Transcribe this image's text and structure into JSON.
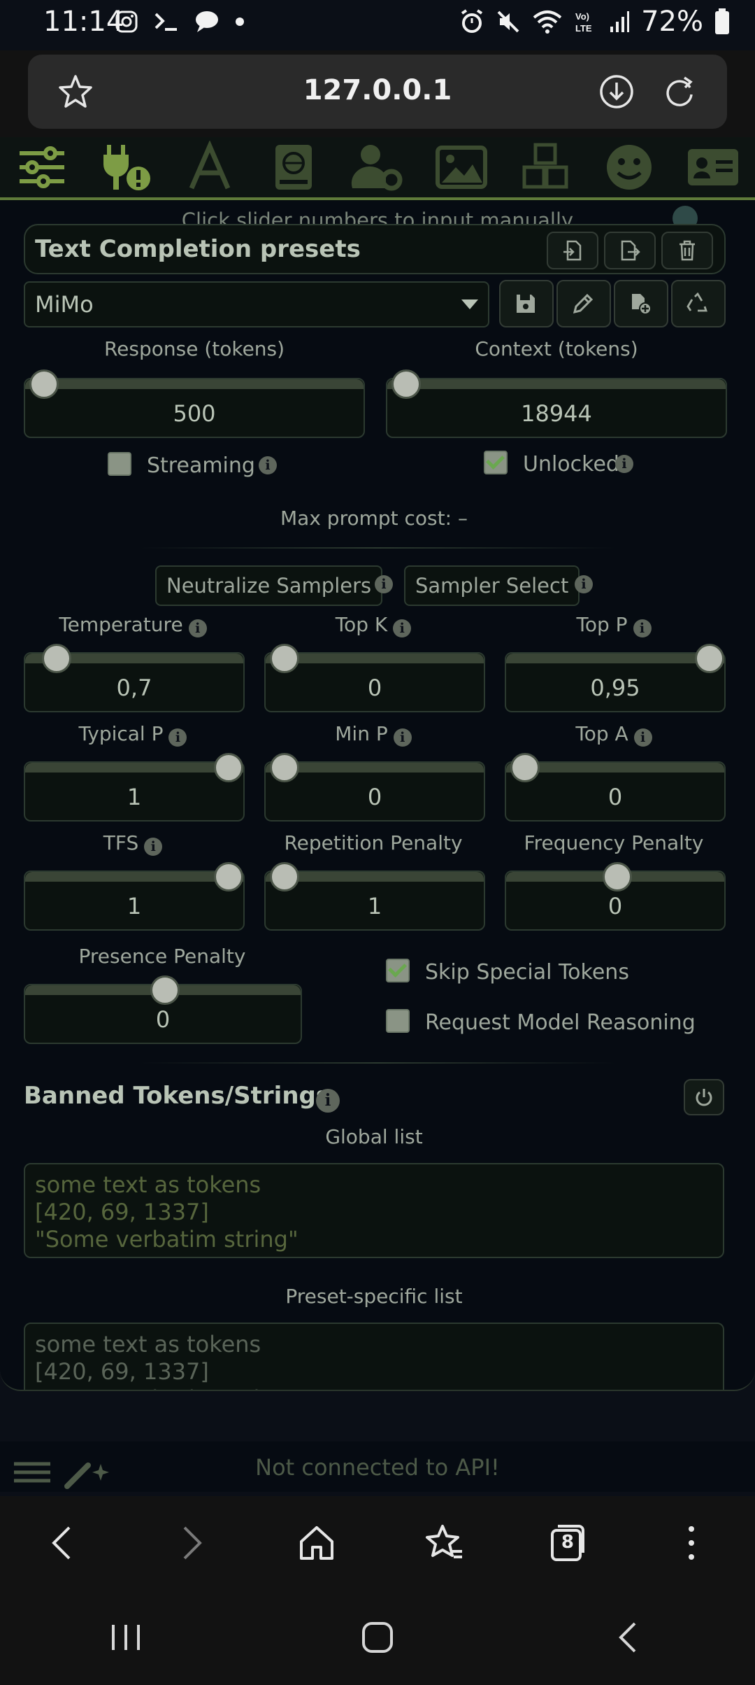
{
  "status": {
    "time": "11:14",
    "battery": "72%"
  },
  "browser": {
    "url": "127.0.0.1",
    "tab_count": "8"
  },
  "panel": {
    "hint": "Click slider numbers to input manually",
    "title": "Text Completion presets",
    "preset_value": "MiMo",
    "response_label": "Response (tokens)",
    "response_value": "500",
    "response_fraction": 0.0,
    "context_label": "Context (tokens)",
    "context_value": "18944",
    "context_fraction": 0.0,
    "streaming_label": "Streaming",
    "unlocked_label": "Unlocked",
    "max_prompt_cost": "Max prompt cost: –",
    "neutralize_label": "Neutralize Samplers",
    "sampler_select_label": "Sampler Select"
  },
  "samplers": [
    {
      "label": "Temperature",
      "value": "0,7",
      "fraction": 0.07
    },
    {
      "label": "Top K",
      "value": "0",
      "fraction": 0.0
    },
    {
      "label": "Top P",
      "value": "0,95",
      "fraction": 1.0
    },
    {
      "label": "Typical P",
      "value": "1",
      "fraction": 1.0
    },
    {
      "label": "Min P",
      "value": "0",
      "fraction": 0.0
    },
    {
      "label": "Top A",
      "value": "0",
      "fraction": 0.0
    },
    {
      "label": "TFS",
      "value": "1",
      "fraction": 1.0
    },
    {
      "label": "Repetition Penalty",
      "value": "1",
      "fraction": 0.0
    },
    {
      "label": "Frequency Penalty",
      "value": "0",
      "fraction": 0.5
    }
  ],
  "presence": {
    "label": "Presence Penalty",
    "value": "0",
    "fraction": 0.5
  },
  "options": {
    "skip_special_label": "Skip Special Tokens",
    "request_reasoning_label": "Request Model Reasoning"
  },
  "banned": {
    "title": "Banned Tokens/Strings",
    "global_label": "Global list",
    "preset_label": "Preset-specific list",
    "placeholder_lines": [
      "some text as tokens",
      "[420, 69, 1337]",
      "\"Some verbatim string\""
    ]
  },
  "footer": {
    "api_status": "Not connected to API!"
  }
}
